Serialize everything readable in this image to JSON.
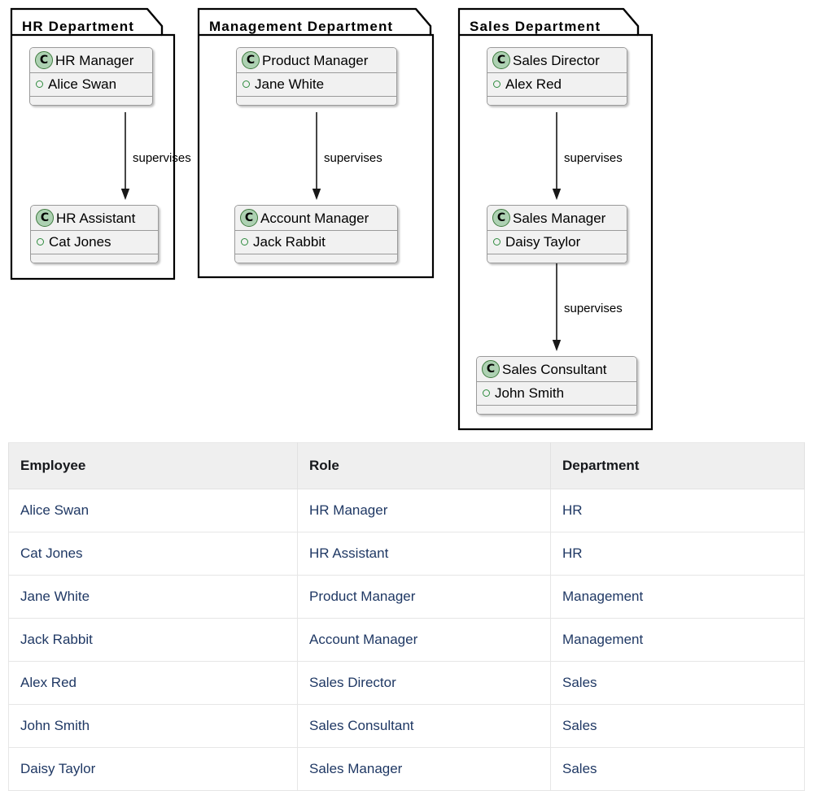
{
  "diagram": {
    "packages": [
      {
        "name": "HR Department",
        "classes": [
          {
            "stereotype": "C",
            "name": "HR Manager",
            "member_marker": "o",
            "member": "Alice Swan"
          },
          {
            "stereotype": "C",
            "name": "HR Assistant",
            "member_marker": "o",
            "member": "Cat Jones"
          }
        ],
        "relations": [
          {
            "label": "supervises",
            "from": "HR Manager",
            "to": "HR Assistant"
          }
        ]
      },
      {
        "name": "Management Department",
        "classes": [
          {
            "stereotype": "C",
            "name": "Product Manager",
            "member_marker": "o",
            "member": "Jane White"
          },
          {
            "stereotype": "C",
            "name": "Account Manager",
            "member_marker": "o",
            "member": "Jack Rabbit"
          }
        ],
        "relations": [
          {
            "label": "supervises",
            "from": "Product Manager",
            "to": "Account Manager"
          }
        ]
      },
      {
        "name": "Sales Department",
        "classes": [
          {
            "stereotype": "C",
            "name": "Sales Director",
            "member_marker": "o",
            "member": "Alex Red"
          },
          {
            "stereotype": "C",
            "name": "Sales Manager",
            "member_marker": "o",
            "member": "Daisy Taylor"
          },
          {
            "stereotype": "C",
            "name": "Sales Consultant",
            "member_marker": "o",
            "member": "John Smith"
          }
        ],
        "relations": [
          {
            "label": "supervises",
            "from": "Sales Director",
            "to": "Sales Manager"
          },
          {
            "label": "supervises",
            "from": "Sales Manager",
            "to": "Sales Consultant"
          }
        ]
      }
    ]
  },
  "table": {
    "columns": [
      "Employee",
      "Role",
      "Department"
    ],
    "rows": [
      {
        "employee": "Alice Swan",
        "role": "HR Manager",
        "department": "HR"
      },
      {
        "employee": "Cat Jones",
        "role": "HR Assistant",
        "department": "HR"
      },
      {
        "employee": "Jane White",
        "role": "Product Manager",
        "department": "Management"
      },
      {
        "employee": "Jack Rabbit",
        "role": "Account Manager",
        "department": "Management"
      },
      {
        "employee": "Alex Red",
        "role": "Sales Director",
        "department": "Sales"
      },
      {
        "employee": "John Smith",
        "role": "Sales Consultant",
        "department": "Sales"
      },
      {
        "employee": "Daisy Taylor",
        "role": "Sales Manager",
        "department": "Sales"
      }
    ]
  },
  "colors": {
    "class_fill": "#F1F1F1",
    "class_border": "#9A9A9A",
    "stereotype_fill": "#ADD1B2",
    "stereotype_border": "#3E7A3E",
    "member_marker": "#2E8B3E",
    "package_border": "#000000",
    "table_header_bg": "#EFEFEF",
    "table_text": "#1F3864"
  }
}
